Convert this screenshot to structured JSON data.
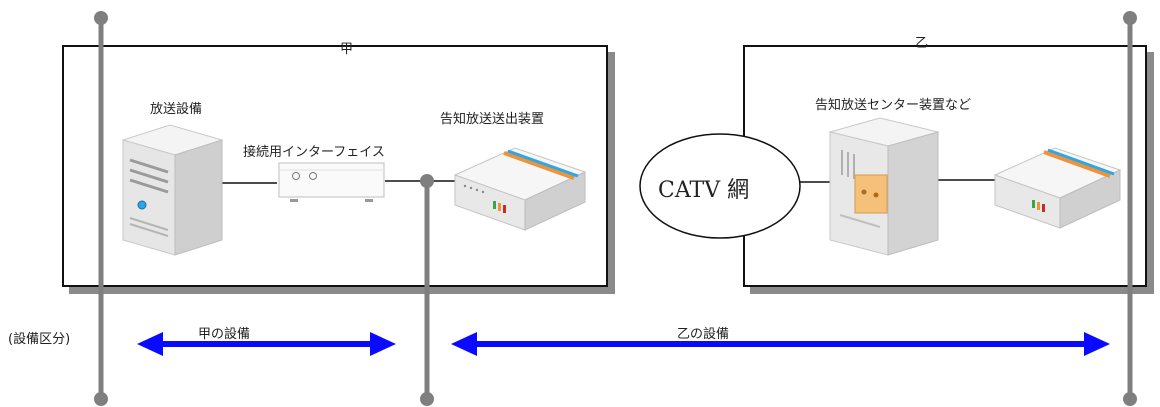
{
  "party_a": {
    "label": "甲",
    "broadcast_equipment": "放送設備",
    "interface": "接続用インターフェイス",
    "transmitter": "告知放送送出装置"
  },
  "party_b": {
    "label": "乙",
    "center_equipment": "告知放送センター装置など"
  },
  "network": {
    "label": "CATV 網"
  },
  "division": {
    "caption": "(設備区分)",
    "a_range": "甲の設備",
    "b_range": "乙の設備"
  },
  "colors": {
    "arrow": "#0a0aff",
    "pole": "#7f7f7f",
    "shadow": "#8a8a8a"
  },
  "icons": [
    "server-icon",
    "interface-box-icon",
    "router-icon",
    "center-server-icon"
  ]
}
